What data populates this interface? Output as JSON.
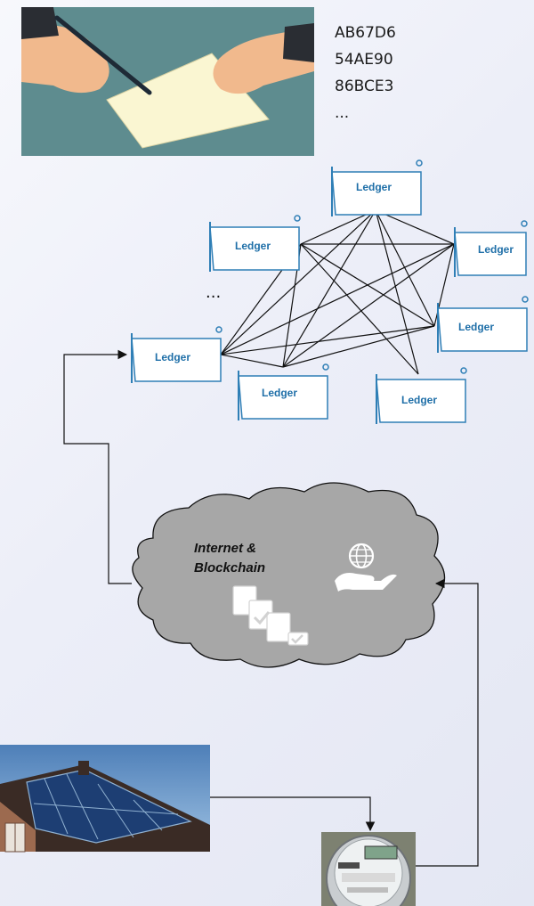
{
  "hash_list": [
    "AB67D6",
    "54AE90",
    "86BCE3",
    "..."
  ],
  "ledger_label": "Ledger",
  "ellipsis": "...",
  "cloud": {
    "line1": "Internet &",
    "line2": "Blockchain"
  },
  "colors": {
    "ledger_stroke": "#2f7fb6",
    "ledger_text": "#1f6fa8",
    "cloud_fill": "#a7a7a7",
    "signing_bg": "#5e8c8f"
  },
  "icons": [
    "signing-contract-image",
    "globe-in-hand-icon",
    "checklist-documents-icon",
    "solar-panel-roof-image",
    "electric-meter-image"
  ]
}
